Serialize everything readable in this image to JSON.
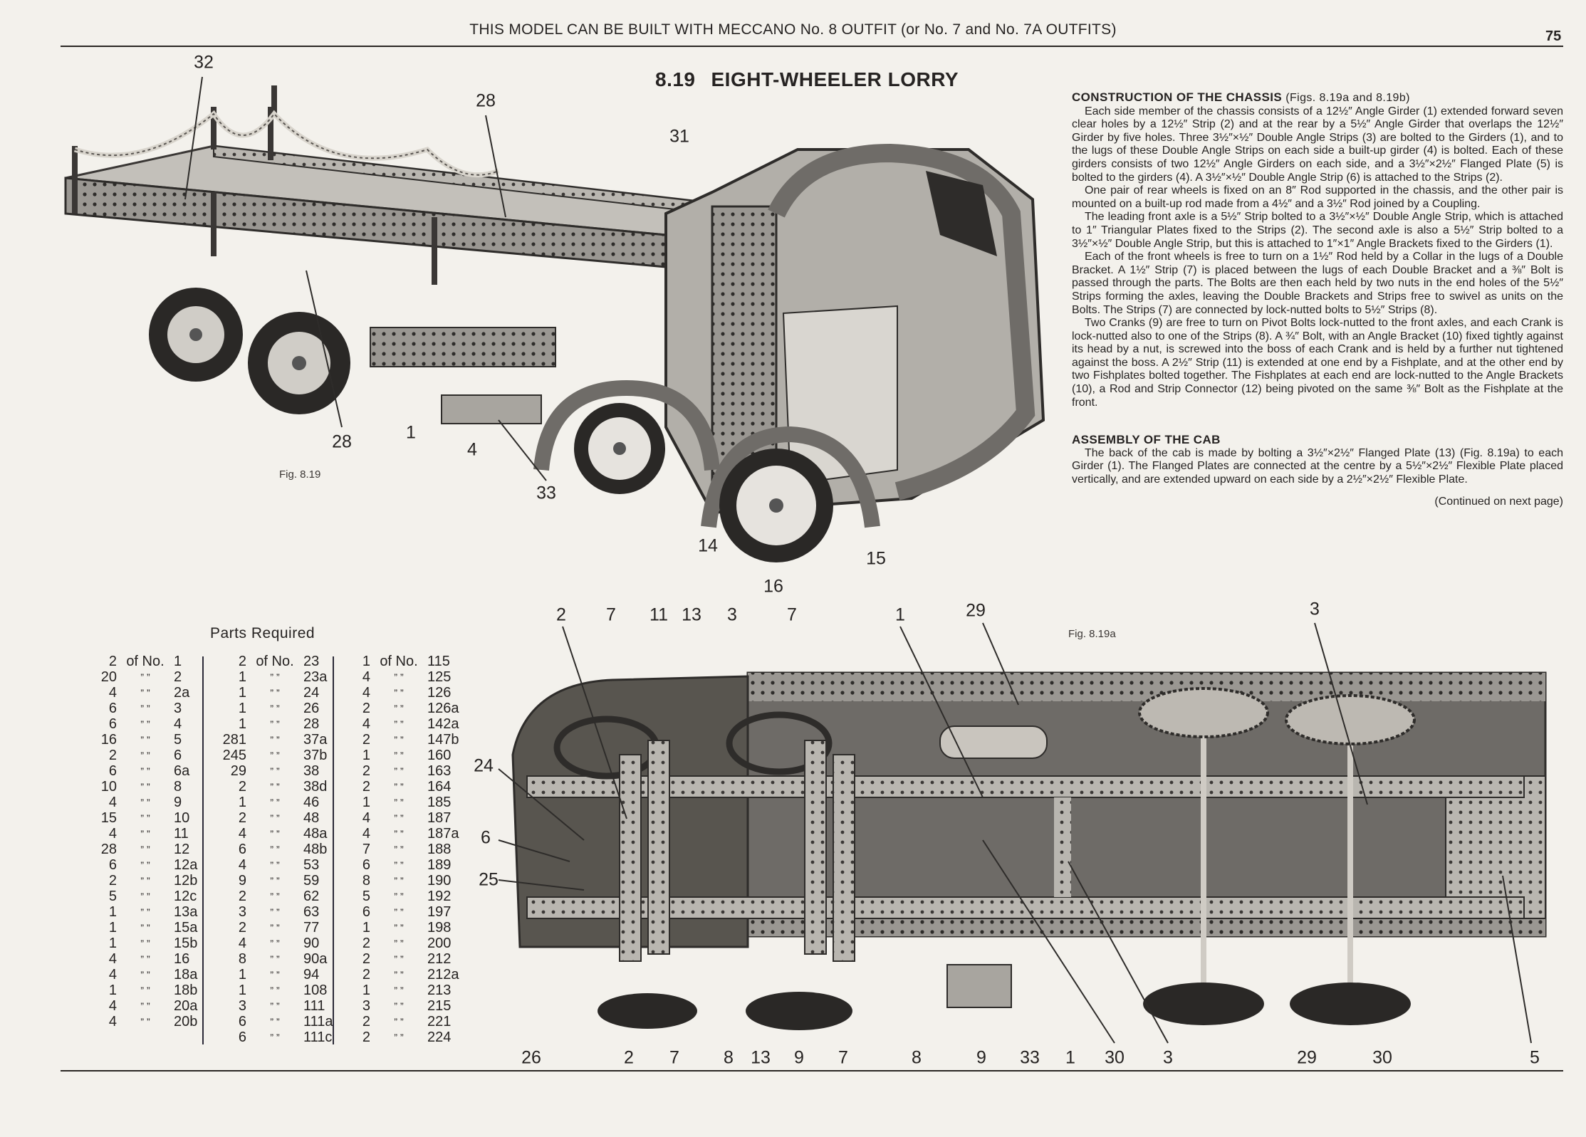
{
  "header": {
    "outfit_line": "THIS MODEL CAN BE BUILT WITH MECCANO No. 8 OUTFIT (or No. 7 and No. 7A OUTFITS)",
    "page_number": "75"
  },
  "model": {
    "number": "8.19",
    "title": "EIGHT-WHEELER LORRY"
  },
  "figures": {
    "main_label": "Fig. 8.19",
    "underside_label": "Fig. 8.19a"
  },
  "sections": [
    {
      "heading": "CONSTRUCTION OF THE CHASSIS",
      "heading_ref": "(Figs. 8.19a and 8.19b)",
      "paragraphs": [
        "Each side member of the chassis consists of a 12½″ Angle Girder (1) extended forward seven clear holes by a 12½″ Strip (2) and at the rear by a 5½″ Angle Girder that overlaps the 12½″ Girder by five holes. Three 3½″×½″ Double Angle Strips (3) are bolted to the Girders (1), and to the lugs of these Double Angle Strips on each side a built-up girder (4) is bolted. Each of these girders consists of two 12½″ Angle Girders on each side, and a 3½″×2½″ Flanged Plate (5) is bolted to the girders (4). A 3½″×½″ Double Angle Strip (6) is attached to the Strips (2).",
        "One pair of rear wheels is fixed on an 8″ Rod supported in the chassis, and the other pair is mounted on a built-up rod made from a 4½″ and a 3½″ Rod joined by a Coupling.",
        "The leading front axle is a 5½″ Strip bolted to a 3½″×½″ Double Angle Strip, which is attached to 1″ Triangular Plates fixed to the Strips (2). The second axle is also a 5½″ Strip bolted to a 3½″×½″ Double Angle Strip, but this is attached to 1″×1″ Angle Brackets fixed to the Girders (1).",
        "Each of the front wheels is free to turn on a 1½″ Rod held by a Collar in the lugs of a Double Bracket. A 1½″ Strip (7) is placed between the lugs of each Double Bracket and a ⅜″ Bolt is passed through the parts. The Bolts are then each held by two nuts in the end holes of the 5½″ Strips forming the axles, leaving the Double Brackets and Strips free to swivel as units on the Bolts. The Strips (7) are connected by lock-nutted bolts to 5½″ Strips (8).",
        "Two Cranks (9) are free to turn on Pivot Bolts lock-nutted to the front axles, and each Crank is lock-nutted also to one of the Strips (8). A ¾″ Bolt, with an Angle Bracket (10) fixed tightly against its head by a nut, is screwed into the boss of each Crank and is held by a further nut tightened against the boss. A 2½″ Strip (11) is extended at one end by a Fishplate, and at the other end by two Fishplates bolted together. The Fishplates at each end are lock-nutted to the Angle Brackets (10), a Rod and Strip Connector (12) being pivoted on the same ⅜″ Bolt as the Fishplate at the front."
      ]
    },
    {
      "heading": "ASSEMBLY OF THE CAB",
      "heading_ref": "",
      "paragraphs": [
        "The back of the cab is made by bolting a 3½″×2½″ Flanged Plate (13) (Fig. 8.19a) to each Girder (1). The Flanged Plates are connected at the centre by a 5½″×2½″ Flexible Plate placed vertically, and are extended upward on each side by a 2½″×2½″ Flexible Plate."
      ]
    }
  ],
  "continued": "(Continued on next page)",
  "parts": {
    "title": "Parts Required",
    "of_no": "of No.",
    "ditto": "”   ”",
    "columns": [
      [
        [
          "2",
          "1"
        ],
        [
          "20",
          "2"
        ],
        [
          "4",
          "2a"
        ],
        [
          "6",
          "3"
        ],
        [
          "6",
          "4"
        ],
        [
          "16",
          "5"
        ],
        [
          "2",
          "6"
        ],
        [
          "6",
          "6a"
        ],
        [
          "10",
          "8"
        ],
        [
          "4",
          "9"
        ],
        [
          "15",
          "10"
        ],
        [
          "4",
          "11"
        ],
        [
          "28",
          "12"
        ],
        [
          "6",
          "12a"
        ],
        [
          "2",
          "12b"
        ],
        [
          "5",
          "12c"
        ],
        [
          "1",
          "13a"
        ],
        [
          "1",
          "15a"
        ],
        [
          "1",
          "15b"
        ],
        [
          "4",
          "16"
        ],
        [
          "4",
          "18a"
        ],
        [
          "1",
          "18b"
        ],
        [
          "4",
          "20a"
        ],
        [
          "4",
          "20b"
        ]
      ],
      [
        [
          "2",
          "23"
        ],
        [
          "1",
          "23a"
        ],
        [
          "1",
          "24"
        ],
        [
          "1",
          "26"
        ],
        [
          "1",
          "28"
        ],
        [
          "281",
          "37a"
        ],
        [
          "245",
          "37b"
        ],
        [
          "29",
          "38"
        ],
        [
          "2",
          "38d"
        ],
        [
          "1",
          "46"
        ],
        [
          "2",
          "48"
        ],
        [
          "4",
          "48a"
        ],
        [
          "6",
          "48b"
        ],
        [
          "4",
          "53"
        ],
        [
          "9",
          "59"
        ],
        [
          "2",
          "62"
        ],
        [
          "3",
          "63"
        ],
        [
          "2",
          "77"
        ],
        [
          "4",
          "90"
        ],
        [
          "8",
          "90a"
        ],
        [
          "1",
          "94"
        ],
        [
          "1",
          "108"
        ],
        [
          "3",
          "111"
        ],
        [
          "6",
          "111a"
        ],
        [
          "6",
          "111c"
        ]
      ],
      [
        [
          "1",
          "115"
        ],
        [
          "4",
          "125"
        ],
        [
          "4",
          "126"
        ],
        [
          "2",
          "126a"
        ],
        [
          "4",
          "142a"
        ],
        [
          "2",
          "147b"
        ],
        [
          "1",
          "160"
        ],
        [
          "2",
          "163"
        ],
        [
          "2",
          "164"
        ],
        [
          "1",
          "185"
        ],
        [
          "4",
          "187"
        ],
        [
          "4",
          "187a"
        ],
        [
          "7",
          "188"
        ],
        [
          "6",
          "189"
        ],
        [
          "8",
          "190"
        ],
        [
          "5",
          "192"
        ],
        [
          "6",
          "197"
        ],
        [
          "1",
          "198"
        ],
        [
          "2",
          "200"
        ],
        [
          "2",
          "212"
        ],
        [
          "2",
          "212a"
        ],
        [
          "1",
          "213"
        ],
        [
          "3",
          "215"
        ],
        [
          "2",
          "221"
        ],
        [
          "2",
          "224"
        ]
      ]
    ]
  },
  "callouts_main": [
    "32",
    "28",
    "31",
    "28",
    "1",
    "4",
    "33",
    "14",
    "16",
    "15"
  ],
  "callouts_underside": [
    "2",
    "7",
    "11",
    "13",
    "3",
    "7",
    "1",
    "29",
    "3",
    "24",
    "6",
    "25",
    "26",
    "2",
    "7",
    "8",
    "13",
    "9",
    "7",
    "8",
    "9",
    "33",
    "1",
    "30",
    "3",
    "29",
    "30",
    "5"
  ],
  "colors": {
    "paper": "#f3f1ec",
    "ink": "#262322",
    "metal": "#8d8a86",
    "metal_dark": "#4a4744"
  }
}
